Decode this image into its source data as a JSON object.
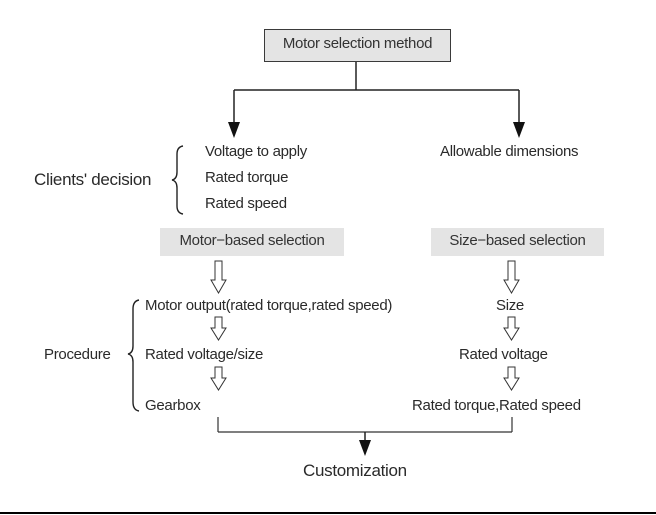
{
  "title": "Motor selection method",
  "left_branch": {
    "group_label": "Clients' decision",
    "decisions": [
      "Voltage to apply",
      "Rated torque",
      "Rated speed"
    ],
    "selection": "Motor−based selection",
    "procedure_label": "Procedure",
    "steps": [
      "Motor output(rated torque,rated speed)",
      "Rated voltage/size",
      "Gearbox"
    ]
  },
  "right_branch": {
    "decision": "Allowable dimensions",
    "selection": "Size−based selection",
    "steps": [
      "Size",
      "Rated voltage",
      "Rated torque,Rated speed"
    ]
  },
  "result": "Customization"
}
